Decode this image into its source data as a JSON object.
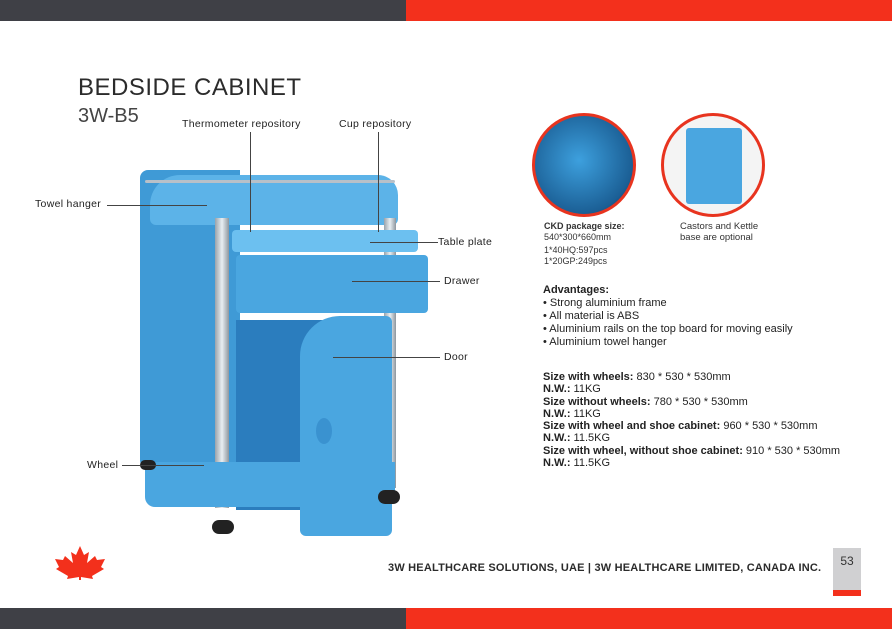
{
  "header": {
    "title": "BEDSIDE CABINET",
    "model": "3W-B5"
  },
  "callouts": {
    "thermometer": "Thermometer repository",
    "cup": "Cup repository",
    "towel": "Towel hanger",
    "table": "Table plate",
    "drawer": "Drawer",
    "door": "Door",
    "wheel": "Wheel"
  },
  "package": {
    "label": "CKD package size:",
    "size": "540*300*660mm",
    "hq": "1*40HQ:597pcs",
    "gp": "1*20GP:249pcs"
  },
  "optional_note": [
    "Castors and Kettle",
    "base are optional"
  ],
  "advantages": {
    "title": "Advantages:",
    "items": [
      "• Strong aluminium frame",
      "• All material is ABS",
      "• Aluminium rails on the top board for moving easily",
      "• Aluminium towel hanger"
    ]
  },
  "specs": [
    {
      "label": "Size with wheels:",
      "value": " 830 * 530 * 530mm"
    },
    {
      "label": "N.W.:",
      "value": " 11KG"
    },
    {
      "label": "Size without wheels:",
      "value": " 780 * 530 * 530mm"
    },
    {
      "label": "N.W.:",
      "value": " 11KG"
    },
    {
      "label": "Size with wheel and shoe cabinet:",
      "value": " 960 * 530 * 530mm"
    },
    {
      "label": "N.W.:",
      "value": " 11.5KG"
    },
    {
      "label": "Size with wheel, without shoe cabinet:",
      "value": " 910 * 530 * 530mm"
    },
    {
      "label": "N.W.:",
      "value": " 11.5KG"
    }
  ],
  "footer": {
    "company": "3W HEALTHCARE SOLUTIONS, UAE | 3W HEALTHCARE LIMITED, CANADA INC.",
    "page": "53"
  },
  "colors": {
    "accent": "#f3301c",
    "dark": "#3f4046",
    "cabinet": "#4aa6e0"
  }
}
